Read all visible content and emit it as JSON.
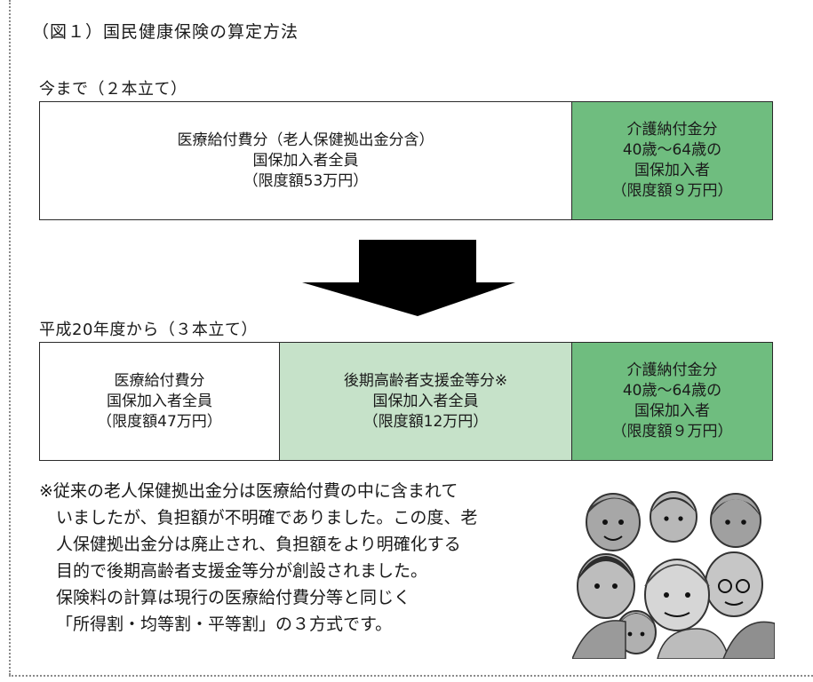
{
  "title": "（図１）国民健康保険の算定方法",
  "before": {
    "label": "今まで（２本立て）",
    "cells": [
      {
        "lines": [
          "医療給付費分（老人保健拠出金分含）",
          "国保加入者全員",
          "（限度額53万円）"
        ]
      },
      {
        "lines": [
          "介護納付金分",
          "40歳～64歳の",
          "国保加入者",
          "（限度額９万円）"
        ]
      }
    ]
  },
  "after": {
    "label": "平成20年度から（３本立て）",
    "cells": [
      {
        "lines": [
          "医療給付費分",
          "国保加入者全員",
          "（限度額47万円）"
        ]
      },
      {
        "lines": [
          "後期高齢者支援金等分※",
          "国保加入者全員",
          "（限度額12万円）"
        ]
      },
      {
        "lines": [
          "介護納付金分",
          "40歳～64歳の",
          "国保加入者",
          "（限度額９万円）"
        ]
      }
    ]
  },
  "note": {
    "lines": [
      "※従来の老人保健拠出金分は医療給付費の中に含まれて",
      "いましたが、負担額が不明確でありました。この度、老",
      "人保健拠出金分は廃止され、負担額をより明確化する",
      "目的で後期高齢者支援金等分が創設されました。",
      "保険料の計算は現行の医療給付費分等と同じく",
      "「所得割・均等割・平等割」の３方式です。"
    ]
  },
  "colors": {
    "cell_green": "#6fbd7f",
    "cell_light_green": "#c6e2c9",
    "arrow": "#000000"
  },
  "icons": {
    "arrow": "down-arrow-icon",
    "illustration": "elderly-people-group-illustration"
  }
}
